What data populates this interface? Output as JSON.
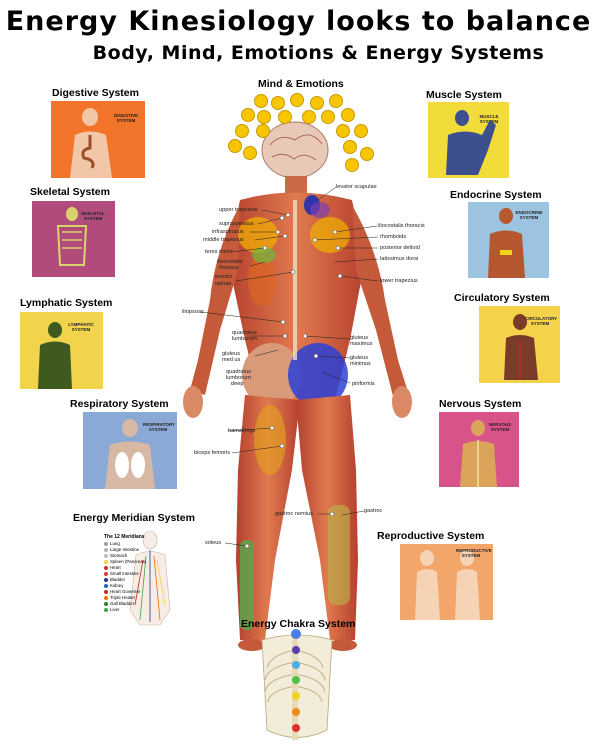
{
  "header": {
    "title": "Energy Kinesiology looks to balance",
    "subtitle": "Body, Mind, Emotions & Energy Systems"
  },
  "systems": {
    "mind_emotions": "Mind & Emotions",
    "digestive": {
      "label": "Digestive System",
      "caption": "DIGESTIVE SYSTEM"
    },
    "skeletal": {
      "label": "Skeletal System",
      "caption": "SKELETAL SYSTEM"
    },
    "lymphatic": {
      "label": "Lymphatic System",
      "caption": "LYMPHATIC SYSTEM"
    },
    "respiratory": {
      "label": "Respiratory System",
      "caption": "RESPIRATORY SYSTEM"
    },
    "meridian": {
      "label": "Energy Meridian System"
    },
    "muscle": {
      "label": "Muscle System",
      "caption": "MUSCLE SYSTEM"
    },
    "endocrine": {
      "label": "Endocrine System",
      "caption": "ENDOCRINE SYSTEM"
    },
    "circulatory": {
      "label": "Circulatory System",
      "caption": "CIRCULATORY SYSTEM"
    },
    "nervous": {
      "label": "Nervous System",
      "caption": "NERVOUS SYSTEM"
    },
    "reproductive": {
      "label": "Reproductive System",
      "caption": "REPRODUCTIVE SYSTEM"
    },
    "chakra": {
      "label": "Energy Chakra System"
    }
  },
  "meridians": {
    "heading": "The 12 Meridians",
    "items": [
      {
        "name": "Lung",
        "color": "#9e9e9e"
      },
      {
        "name": "Large Intestine",
        "color": "#b0b0b0"
      },
      {
        "name": "Stomach",
        "color": "#c0c0c0"
      },
      {
        "name": "Spleen (Pancreas)",
        "color": "#f2d24a"
      },
      {
        "name": "Heart",
        "color": "#d32f2f"
      },
      {
        "name": "Small Intestine",
        "color": "#e53935"
      },
      {
        "name": "Bladder",
        "color": "#1e3a8a"
      },
      {
        "name": "Kidney",
        "color": "#1565c0"
      },
      {
        "name": "Heart Governor",
        "color": "#c62828"
      },
      {
        "name": "Triple Heater",
        "color": "#ef6c00"
      },
      {
        "name": "Gall Bladder",
        "color": "#2e7d32"
      },
      {
        "name": "Liver",
        "color": "#43a047"
      }
    ]
  },
  "muscles": {
    "levator_scapulae": "levator scapulae",
    "upper_trapezius": "upper trapezius",
    "supraspinatus": "supraspinatus",
    "infraspinatus": "infraspinatus",
    "middle_trapezius": "middle trapezius",
    "teres_minor": "teres minor",
    "iliocostalis_thoracis_l": "iliocostalis",
    "iliocostalis_thoracis_l2": "thoracis",
    "erector": "erector",
    "spinae": "spinae",
    "iliocostalis_thoracis_r": "iliocostalis thoracis",
    "rhomboids": "rhomboids",
    "posterior_deltoid": "posterior deltoid",
    "latissimus_dorsi": "latissimus dorsi",
    "lower_trapezius": "lower trapezius",
    "iliopsoas": "iliopsoas",
    "quadratus": "quadratus",
    "lumborum": "lumborum",
    "gluteus": "gluteus",
    "med_us": "med us",
    "quadratus_lumborum_deep": "quadratus",
    "quadratus_lumborum_deep2": "lumborum",
    "quadratus_lumborum_deep3": "deep",
    "gluteus_maximus": "gluteus",
    "gluteus_maximus2": "maximus",
    "gluteus_minimus": "gluteus",
    "gluteus_minimus2": "minimus",
    "piriformis": "piriformis",
    "hamstrings": "hamstrings",
    "biceps_femoris": "biceps femoris",
    "gastrocnemius_l": "gastroc nemius",
    "gastrocnemius_r": "gastroc",
    "soleus": "soleus"
  }
}
